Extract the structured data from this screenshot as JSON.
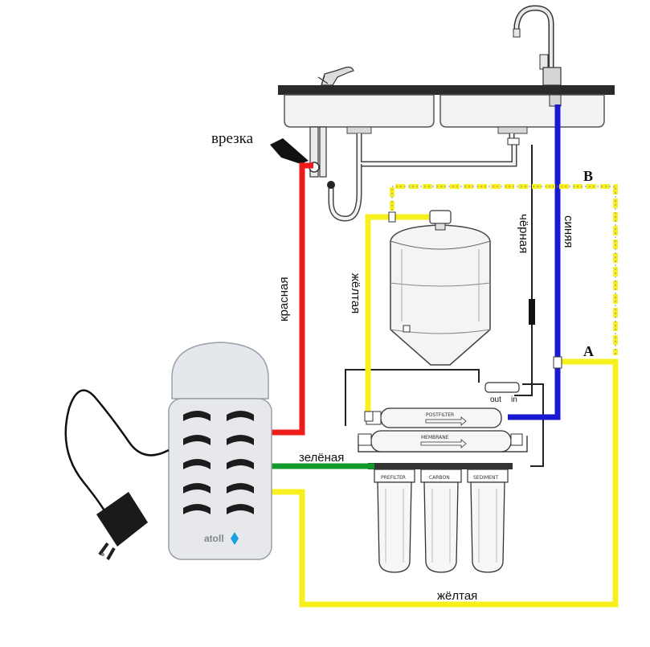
{
  "labels": {
    "tap_in": "врезка",
    "red_tube": "красная",
    "yellow_tube_left": "жёлтая",
    "black_tube": "чёрная",
    "blue_tube": "синяя",
    "green_tube": "зелёная",
    "yellow_tube_bottom": "жёлтая",
    "point_a": "A",
    "point_b": "B",
    "port_out": "out",
    "port_in": "in"
  },
  "filters": {
    "postfilter": "POSTFILTER",
    "membrane": "MEMBRANE",
    "prefilter": "PREFILTER",
    "carbon": "CARBON",
    "sediment": "SEDIMENT"
  },
  "device": {
    "brand": "atoll"
  },
  "colors": {
    "red": "#ee1c1c",
    "yellow": "#f7f01e",
    "blue": "#1919d2",
    "green": "#129a2a",
    "black": "#111111",
    "device_body": "#e6e8ec"
  }
}
